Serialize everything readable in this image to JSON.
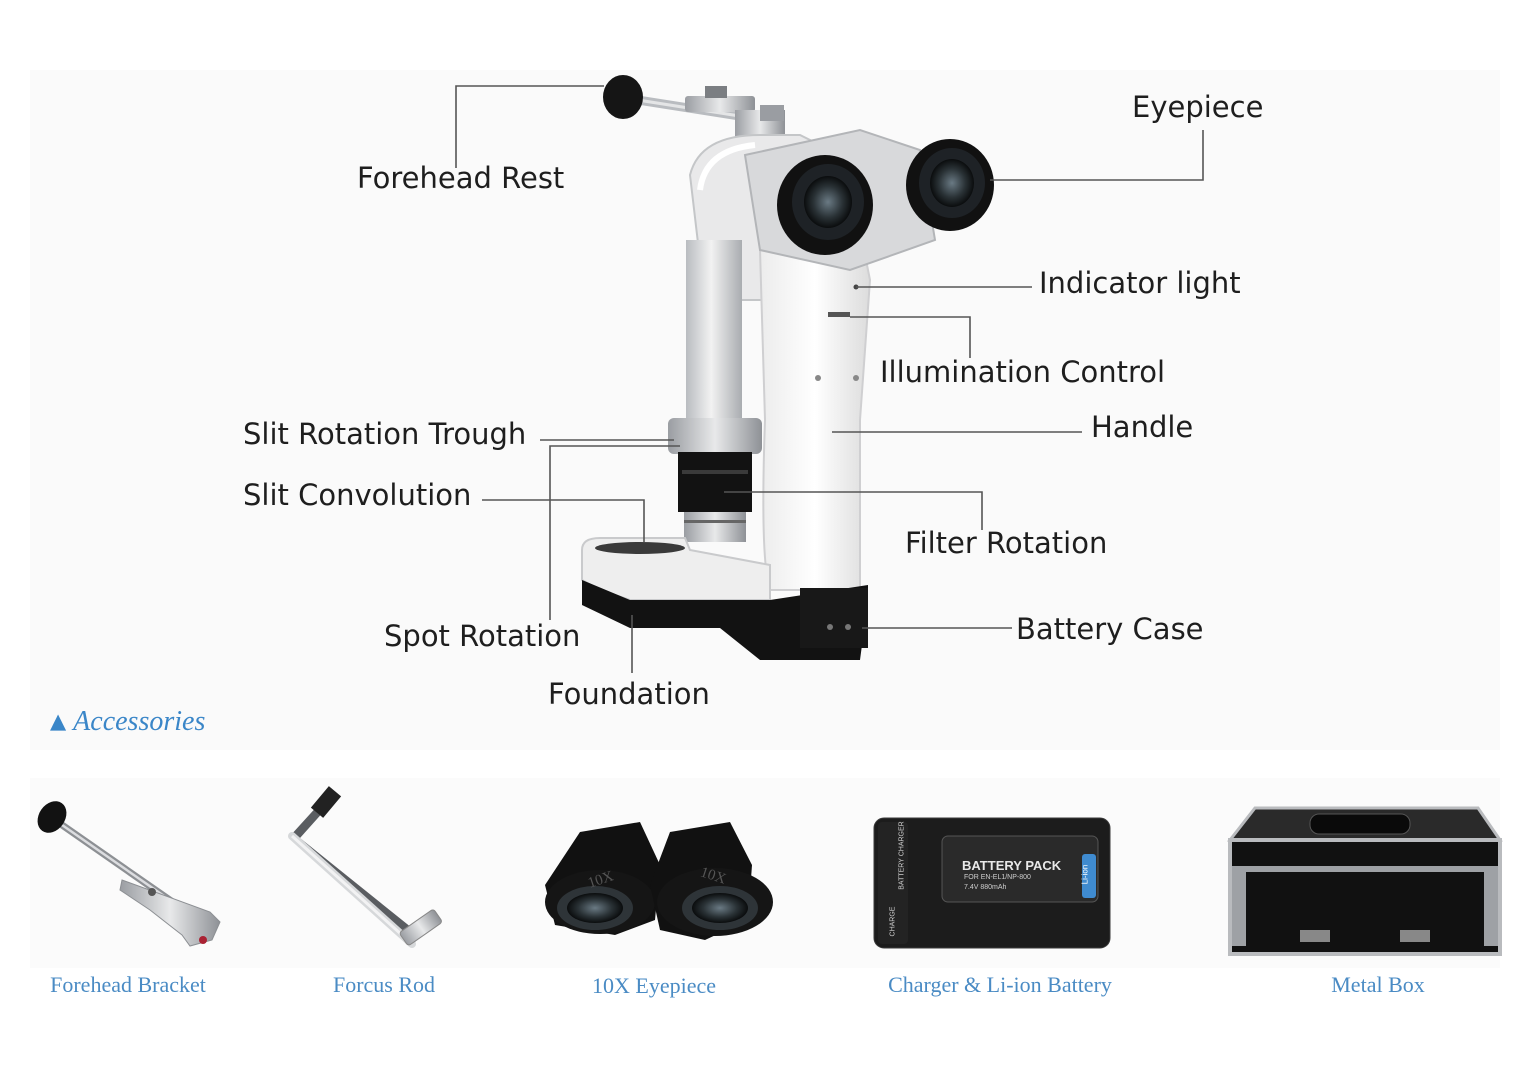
{
  "diagram": {
    "labels": {
      "forehead_rest": "Forehead Rest",
      "eyepiece": "Eyepiece",
      "indicator_light": "Indicator light",
      "illumination_control": "Illumination Control",
      "handle": "Handle",
      "slit_rotation_trough": "Slit Rotation Trough",
      "slit_convolution": "Slit Convolution",
      "filter_rotation": "Filter Rotation",
      "spot_rotation": "Spot Rotation",
      "battery_case": "Battery Case",
      "foundation": "Foundation"
    },
    "colors": {
      "label_text": "#1e1e1e",
      "leader_line": "#555555",
      "device_body": "#e9e9e9",
      "device_dark": "#141414"
    }
  },
  "accessories": {
    "title": "Accessories",
    "marker_icon": "triangle-up-icon",
    "accent_color": "#3a86c8",
    "items": [
      {
        "caption": "Forehead Bracket",
        "icon": "forehead-bracket-image"
      },
      {
        "caption": "Forcus Rod",
        "icon": "focus-rod-image"
      },
      {
        "caption": "10X Eyepiece",
        "icon": "eyepiece-pair-image"
      },
      {
        "caption": "Charger & Li-ion Battery",
        "icon": "charger-battery-image"
      },
      {
        "caption": "Metal Box",
        "icon": "metal-box-image"
      }
    ],
    "eyepiece_marking": "10X",
    "battery": {
      "title": "BATTERY PACK",
      "line1": "FOR  EN-EL1/NP-800",
      "line2": "7.4V  880mAh",
      "badge": "Li-ion",
      "charger_side": "BATTERY CHARGER",
      "charger_bottom": "CHARGE"
    }
  }
}
